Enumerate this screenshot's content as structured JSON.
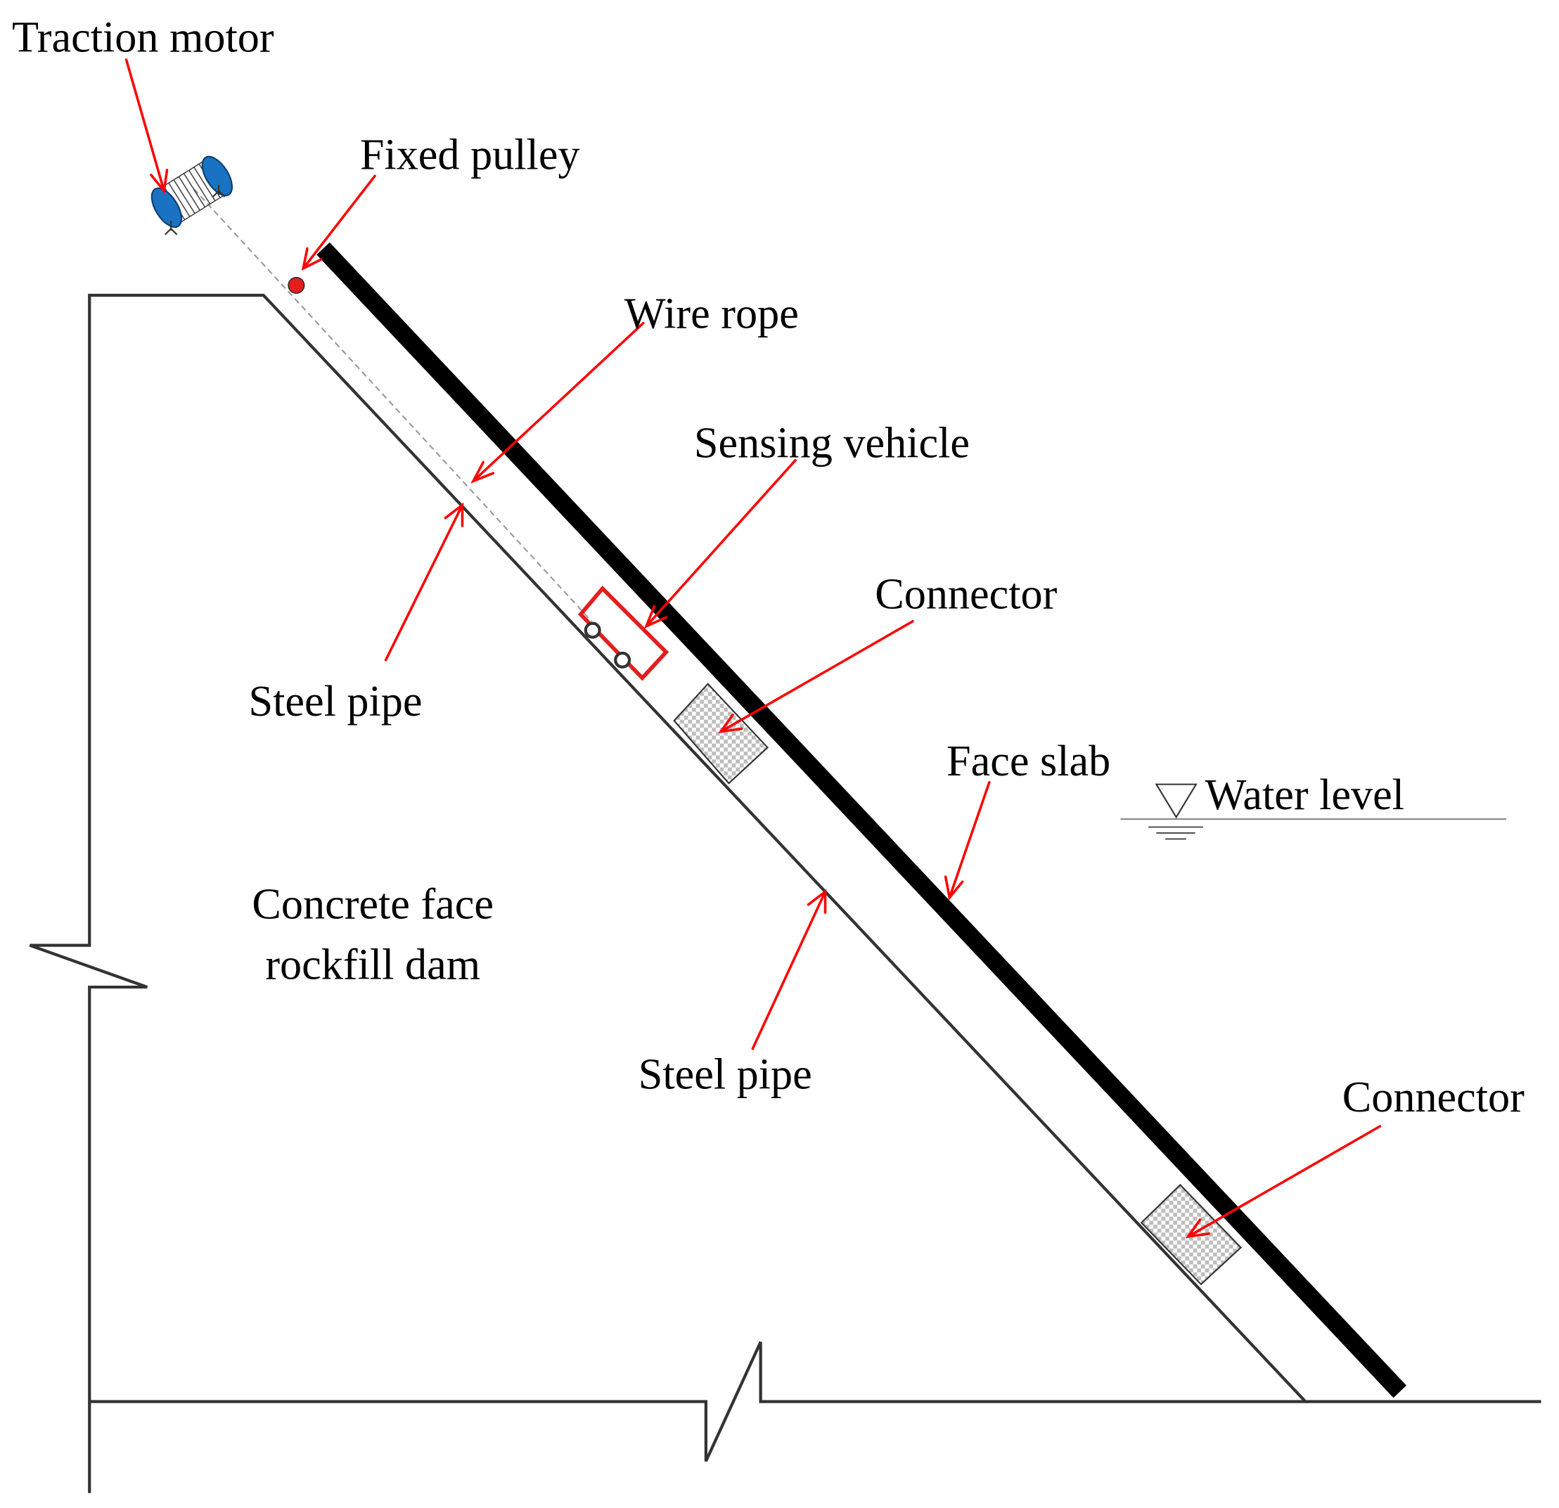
{
  "labels": {
    "traction_motor": "Traction motor",
    "fixed_pulley": "Fixed pulley",
    "wire_rope": "Wire rope",
    "sensing_vehicle": "Sensing vehicle",
    "connector_upper": "Connector",
    "connector_lower": "Connector",
    "steel_pipe_upper": "Steel pipe",
    "steel_pipe_lower": "Steel pipe",
    "face_slab": "Face slab",
    "water_level": "Water level",
    "dam_line1": "Concrete face",
    "dam_line2": "rockfill dam"
  },
  "colors": {
    "line": "#333333",
    "slab": "#000000",
    "annotation": "#ff0000",
    "motor_blue": "#1a72c2",
    "pulley_red": "#e31e1e",
    "rope_gray": "#9a9a9a",
    "water_line": "#888888",
    "checker": "#bdbdbd"
  }
}
